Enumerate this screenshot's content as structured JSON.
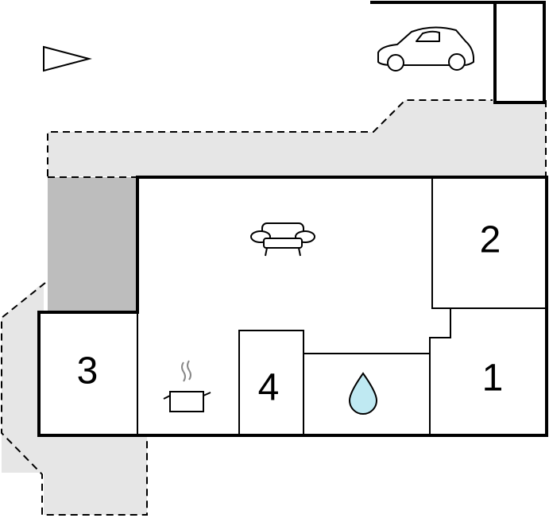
{
  "rooms": {
    "room_1": {
      "label": "1"
    },
    "room_2": {
      "label": "2"
    },
    "room_3": {
      "label": "3"
    },
    "room_4": {
      "label": "4"
    }
  },
  "icons": {
    "north": "north-arrow-icon",
    "parking": "car-icon",
    "living": "sofa-icon",
    "kitchen": "cooking-pot-icon",
    "bathroom": "water-drop-icon"
  },
  "colors": {
    "terrace": "#e6e6e6",
    "covered_area": "#bdbdbd",
    "water": "#bfe9f2",
    "walls": "#000000"
  }
}
